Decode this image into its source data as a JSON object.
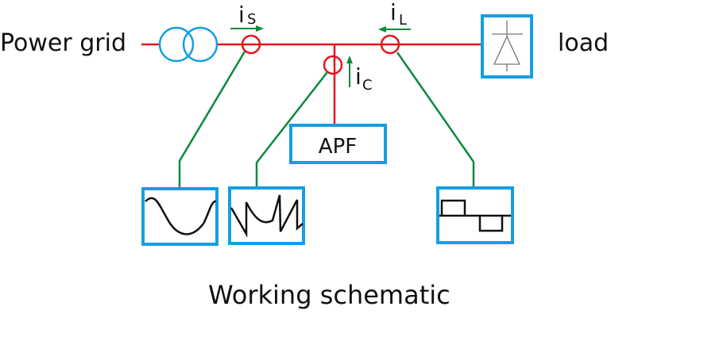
{
  "colors": {
    "bus_line": "#e8141e",
    "sensor_ring": "#e8141e",
    "signal_line": "#0a8a3a",
    "current_arrow": "#0a8a3a",
    "box_border": "#159ee2",
    "transformer": "#159ee2",
    "waveform": "#111111",
    "load_symbol": "#777777"
  },
  "labels": {
    "power_grid": "Power grid",
    "load": "load",
    "apf": "APF",
    "caption": "Working schematic"
  },
  "currents": {
    "source": {
      "main": "i",
      "sub": "S",
      "arrow_direction": "right"
    },
    "load": {
      "main": "i",
      "sub": "L",
      "arrow_direction": "left"
    },
    "compensation": {
      "main": "i",
      "sub": "C",
      "arrow_direction": "up"
    }
  },
  "icons": {
    "transformer": "transformer-icon",
    "load": "rectifier-diode-icon",
    "source_waveform": "sine-wave-icon",
    "compensation_waveform": "sawtooth-wave-icon",
    "load_waveform": "square-wave-icon"
  }
}
